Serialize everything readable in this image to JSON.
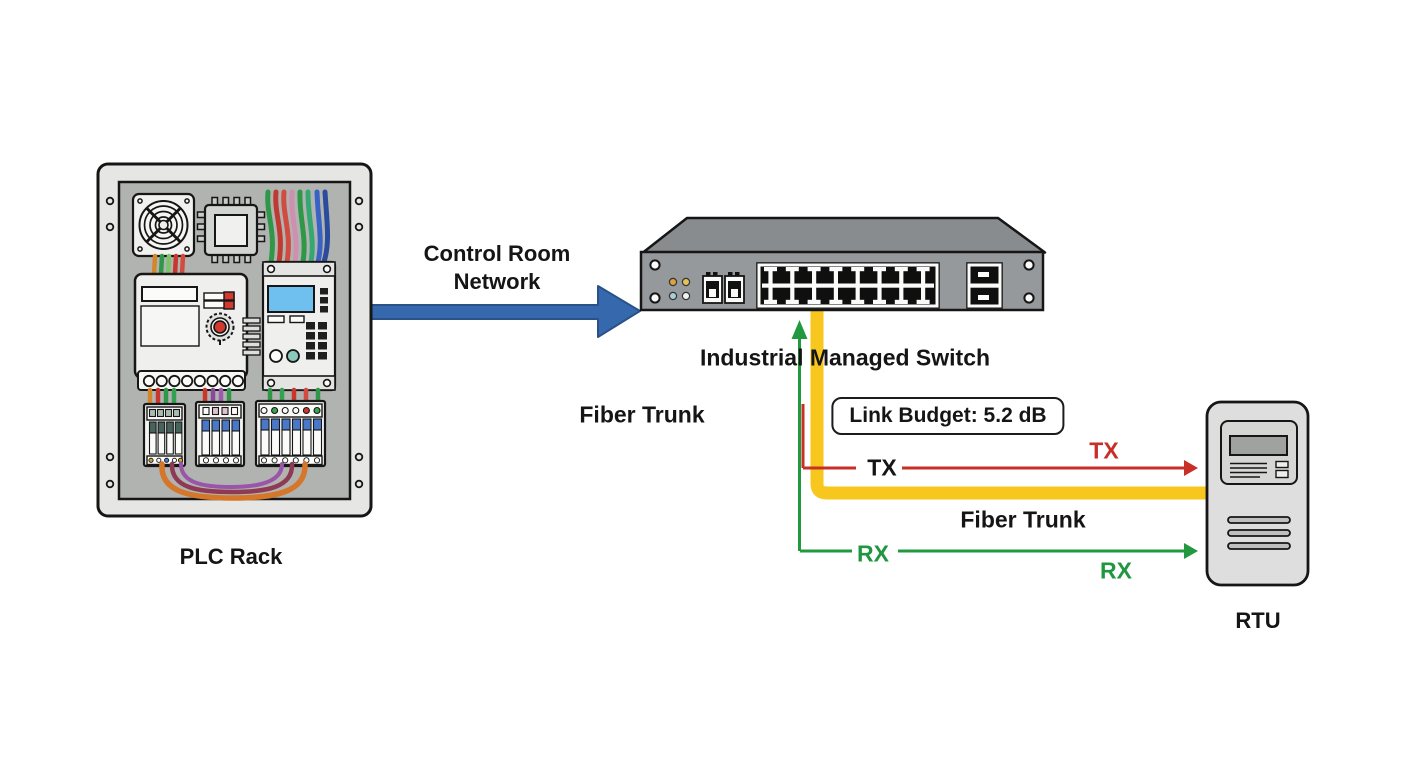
{
  "labels": {
    "plc_rack": "PLC Rack",
    "control_room_line1": "Control Room",
    "control_room_line2": "Network",
    "switch": "Industrial Managed Switch",
    "fiber_trunk_left": "Fiber Trunk",
    "fiber_trunk_bottom": "Fiber Trunk",
    "link_budget": "Link Budget: 5.2 dB",
    "tx_left": "TX",
    "tx_right": "TX",
    "rx_left": "RX",
    "rx_right": "RX",
    "rtu": "RTU"
  },
  "colors": {
    "network_arrow_blue": "#3568ac",
    "fiber_trunk_yellow": "#f7c71e",
    "tx_red": "#c72f27",
    "rx_green": "#22993f",
    "text_black": "#151515"
  },
  "icons": {
    "plc": "plc-rack-illustration",
    "switch": "managed-switch-illustration",
    "rtu": "rtu-illustration"
  }
}
